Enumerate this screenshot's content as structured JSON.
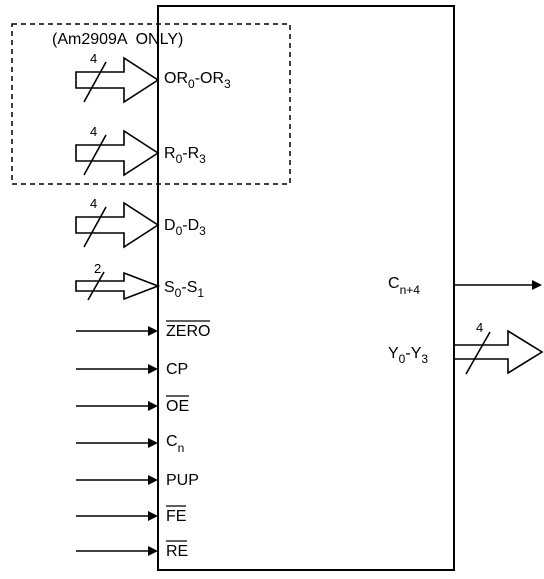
{
  "diagram": {
    "note": "(Am2909A  ONLY)",
    "inputs": {
      "or": {
        "main": "OR",
        "sub0": "0",
        "sep": "-OR",
        "sub1": "3",
        "width": "4"
      },
      "r": {
        "main": "R",
        "sub0": "0",
        "sep": "-R",
        "sub1": "3",
        "width": "4"
      },
      "d": {
        "main": "D",
        "sub0": "0",
        "sep": "-D",
        "sub1": "3",
        "width": "4"
      },
      "s": {
        "main": "S",
        "sub0": "0",
        "sep": "-S",
        "sub1": "1",
        "width": "2"
      },
      "zero": "ZERO",
      "cp": "CP",
      "oe": "OE",
      "cn": {
        "main": "C",
        "sub": "n"
      },
      "pup": "PUP",
      "fe": "FE",
      "re": "RE"
    },
    "outputs": {
      "cn4": {
        "main": "C",
        "sub": "n+4"
      },
      "y": {
        "main": "Y",
        "sub0": "0",
        "sep": "-Y",
        "sub1": "3",
        "width": "4"
      }
    },
    "colors": {
      "line": "#000000",
      "background": "#ffffff"
    }
  }
}
